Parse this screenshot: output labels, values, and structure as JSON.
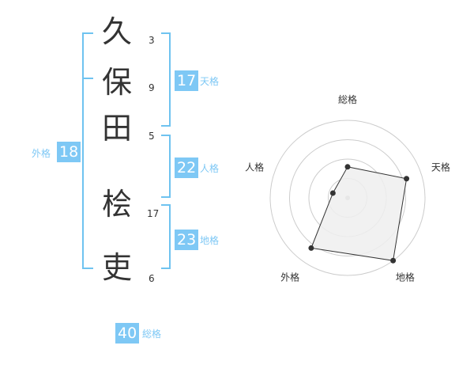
{
  "name": {
    "chars": [
      {
        "char": "久",
        "strokes": "3"
      },
      {
        "char": "保",
        "strokes": "9"
      },
      {
        "char": "田",
        "strokes": "5"
      },
      {
        "char": "桧",
        "strokes": "17"
      },
      {
        "char": "吏",
        "strokes": "6"
      }
    ]
  },
  "kaku": {
    "tenkaku": {
      "value": "17",
      "label": "天格"
    },
    "jinkaku": {
      "value": "22",
      "label": "人格"
    },
    "chikaku": {
      "value": "23",
      "label": "地格"
    },
    "gaikaku": {
      "value": "18",
      "label": "外格"
    },
    "soukaku": {
      "value": "40",
      "label": "総格"
    }
  },
  "chart_data": {
    "type": "radar",
    "axes": [
      "総格",
      "天格",
      "地格",
      "外格",
      "人格"
    ],
    "series": [
      {
        "values": [
          2,
          4,
          5,
          4,
          1
        ]
      }
    ],
    "range": [
      0,
      5
    ],
    "rings": 4,
    "colors": {
      "fill": "#eeeeee",
      "stroke": "#333333",
      "grid": "#cccccc"
    }
  },
  "colors": {
    "accent": "#7ec8f5",
    "bracket": "#6fc3f0"
  }
}
